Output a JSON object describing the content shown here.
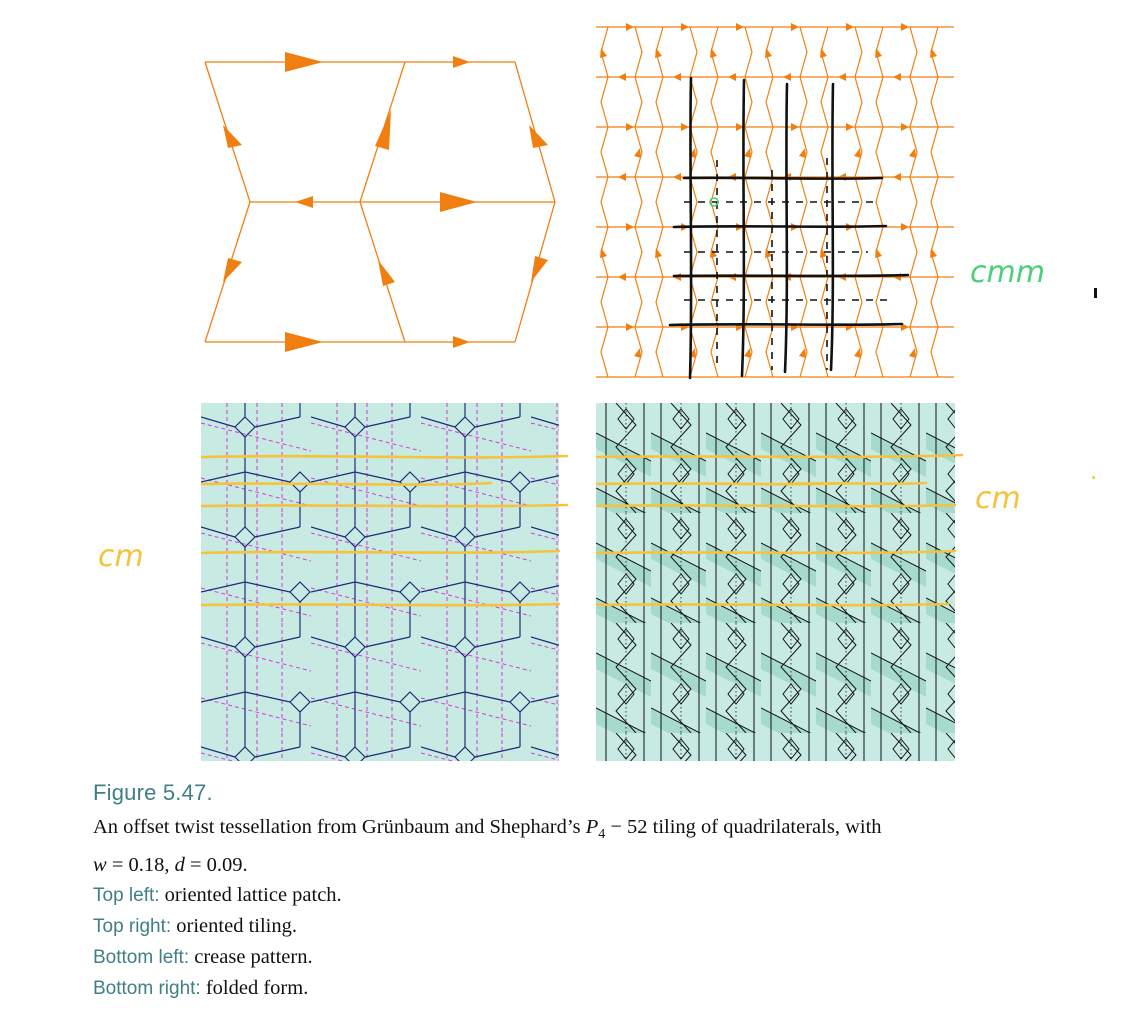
{
  "figure": {
    "number": "Figure 5.47.",
    "caption_main_1": "An offset twist tessellation from Grünbaum and Shephard’s",
    "caption_symbol": "P",
    "caption_subscript": "4",
    "caption_main_2": "− 52 tiling of quadrilaterals, with",
    "params_w_var": "w",
    "params_w_rest": " = 0.18, ",
    "params_d_var": "d",
    "params_d_rest": " = 0.09.",
    "panels": [
      {
        "label": "Top left:",
        "text": " oriented lattice patch."
      },
      {
        "label": "Top right:",
        "text": " oriented tiling."
      },
      {
        "label": "Bottom left:",
        "text": " crease pattern."
      },
      {
        "label": "Bottom right:",
        "text": " folded form."
      }
    ]
  },
  "annotations": {
    "top_right_mark": "cmm",
    "bottom_left_mark": "cm",
    "bottom_right_mark": "cm"
  },
  "colors": {
    "orange": "#f07f10",
    "teal_fill": "#c7ebe3",
    "crease_blue": "#1e2a78",
    "crease_magenta": "#d63ad6",
    "highlight_yellow": "#f5c33b",
    "annotation_green": "#4ccf7a",
    "caption_label": "#3f7f86"
  }
}
